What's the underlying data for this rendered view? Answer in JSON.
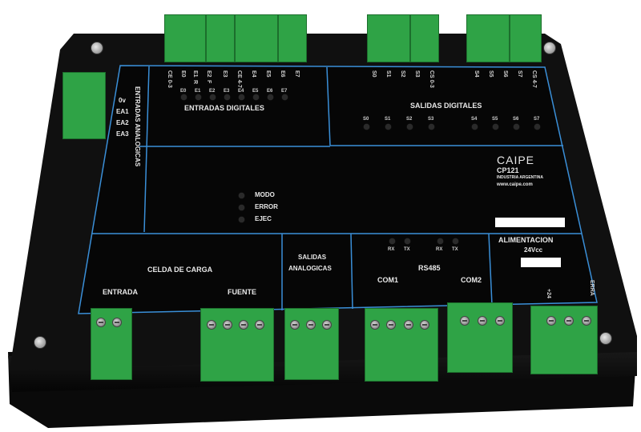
{
  "brand": {
    "logo": "CAIPE",
    "model": "CP121",
    "company": "INDUSTRIA ARGENTINA",
    "web": "www.caipe.com"
  },
  "sections": {
    "inputs_title": "ENTRADAS DIGITALES",
    "outputs_title": "SALIDAS DIGITALES",
    "analog_inputs_title": "ENTRADAS ANALOGICAS",
    "load_cell_title": "CELDA DE CARGA",
    "analog_outputs_title_1": "SALIDAS",
    "analog_outputs_title_2": "ANALOGICAS",
    "rs485_title": "RS485",
    "power_title": "ALIMENTACION",
    "power_voltage": "24Vcc"
  },
  "status": {
    "modo": "MODO",
    "error": "ERROR",
    "ejec": "EJEC"
  },
  "analog_inputs": [
    "0v",
    "EA1",
    "EA2",
    "EA3"
  ],
  "input_labels_top": [
    "CE 0-3",
    "E0",
    "E1",
    "R",
    "E2",
    "F",
    "E3",
    "CE 4-7",
    "E4",
    "E5",
    "E6",
    "E7"
  ],
  "input_leds": [
    "E0",
    "E1",
    "E2",
    "E3",
    "E4",
    "E5",
    "E6",
    "E7"
  ],
  "output_labels_top": [
    "S0",
    "S1",
    "S2",
    "S3",
    "CS 0-3",
    "S4",
    "S5",
    "S6",
    "S7",
    "CS 4-7"
  ],
  "output_leds": [
    "S0",
    "S1",
    "S2",
    "S3",
    "S4",
    "S5",
    "S6",
    "S7"
  ],
  "rs485_leds": [
    "RX",
    "TX",
    "RX",
    "TX"
  ],
  "bottom_labels": {
    "entrada": "ENTRADA",
    "fuente": "FUENTE",
    "com1": "COM1",
    "com2": "COM2",
    "plus24": "+24",
    "tierra": "ERRA"
  },
  "colors": {
    "panel": "#0b0b0b",
    "outline": "#3a8fd8",
    "terminal": "#2fa346",
    "label": "#e8e8e8"
  }
}
